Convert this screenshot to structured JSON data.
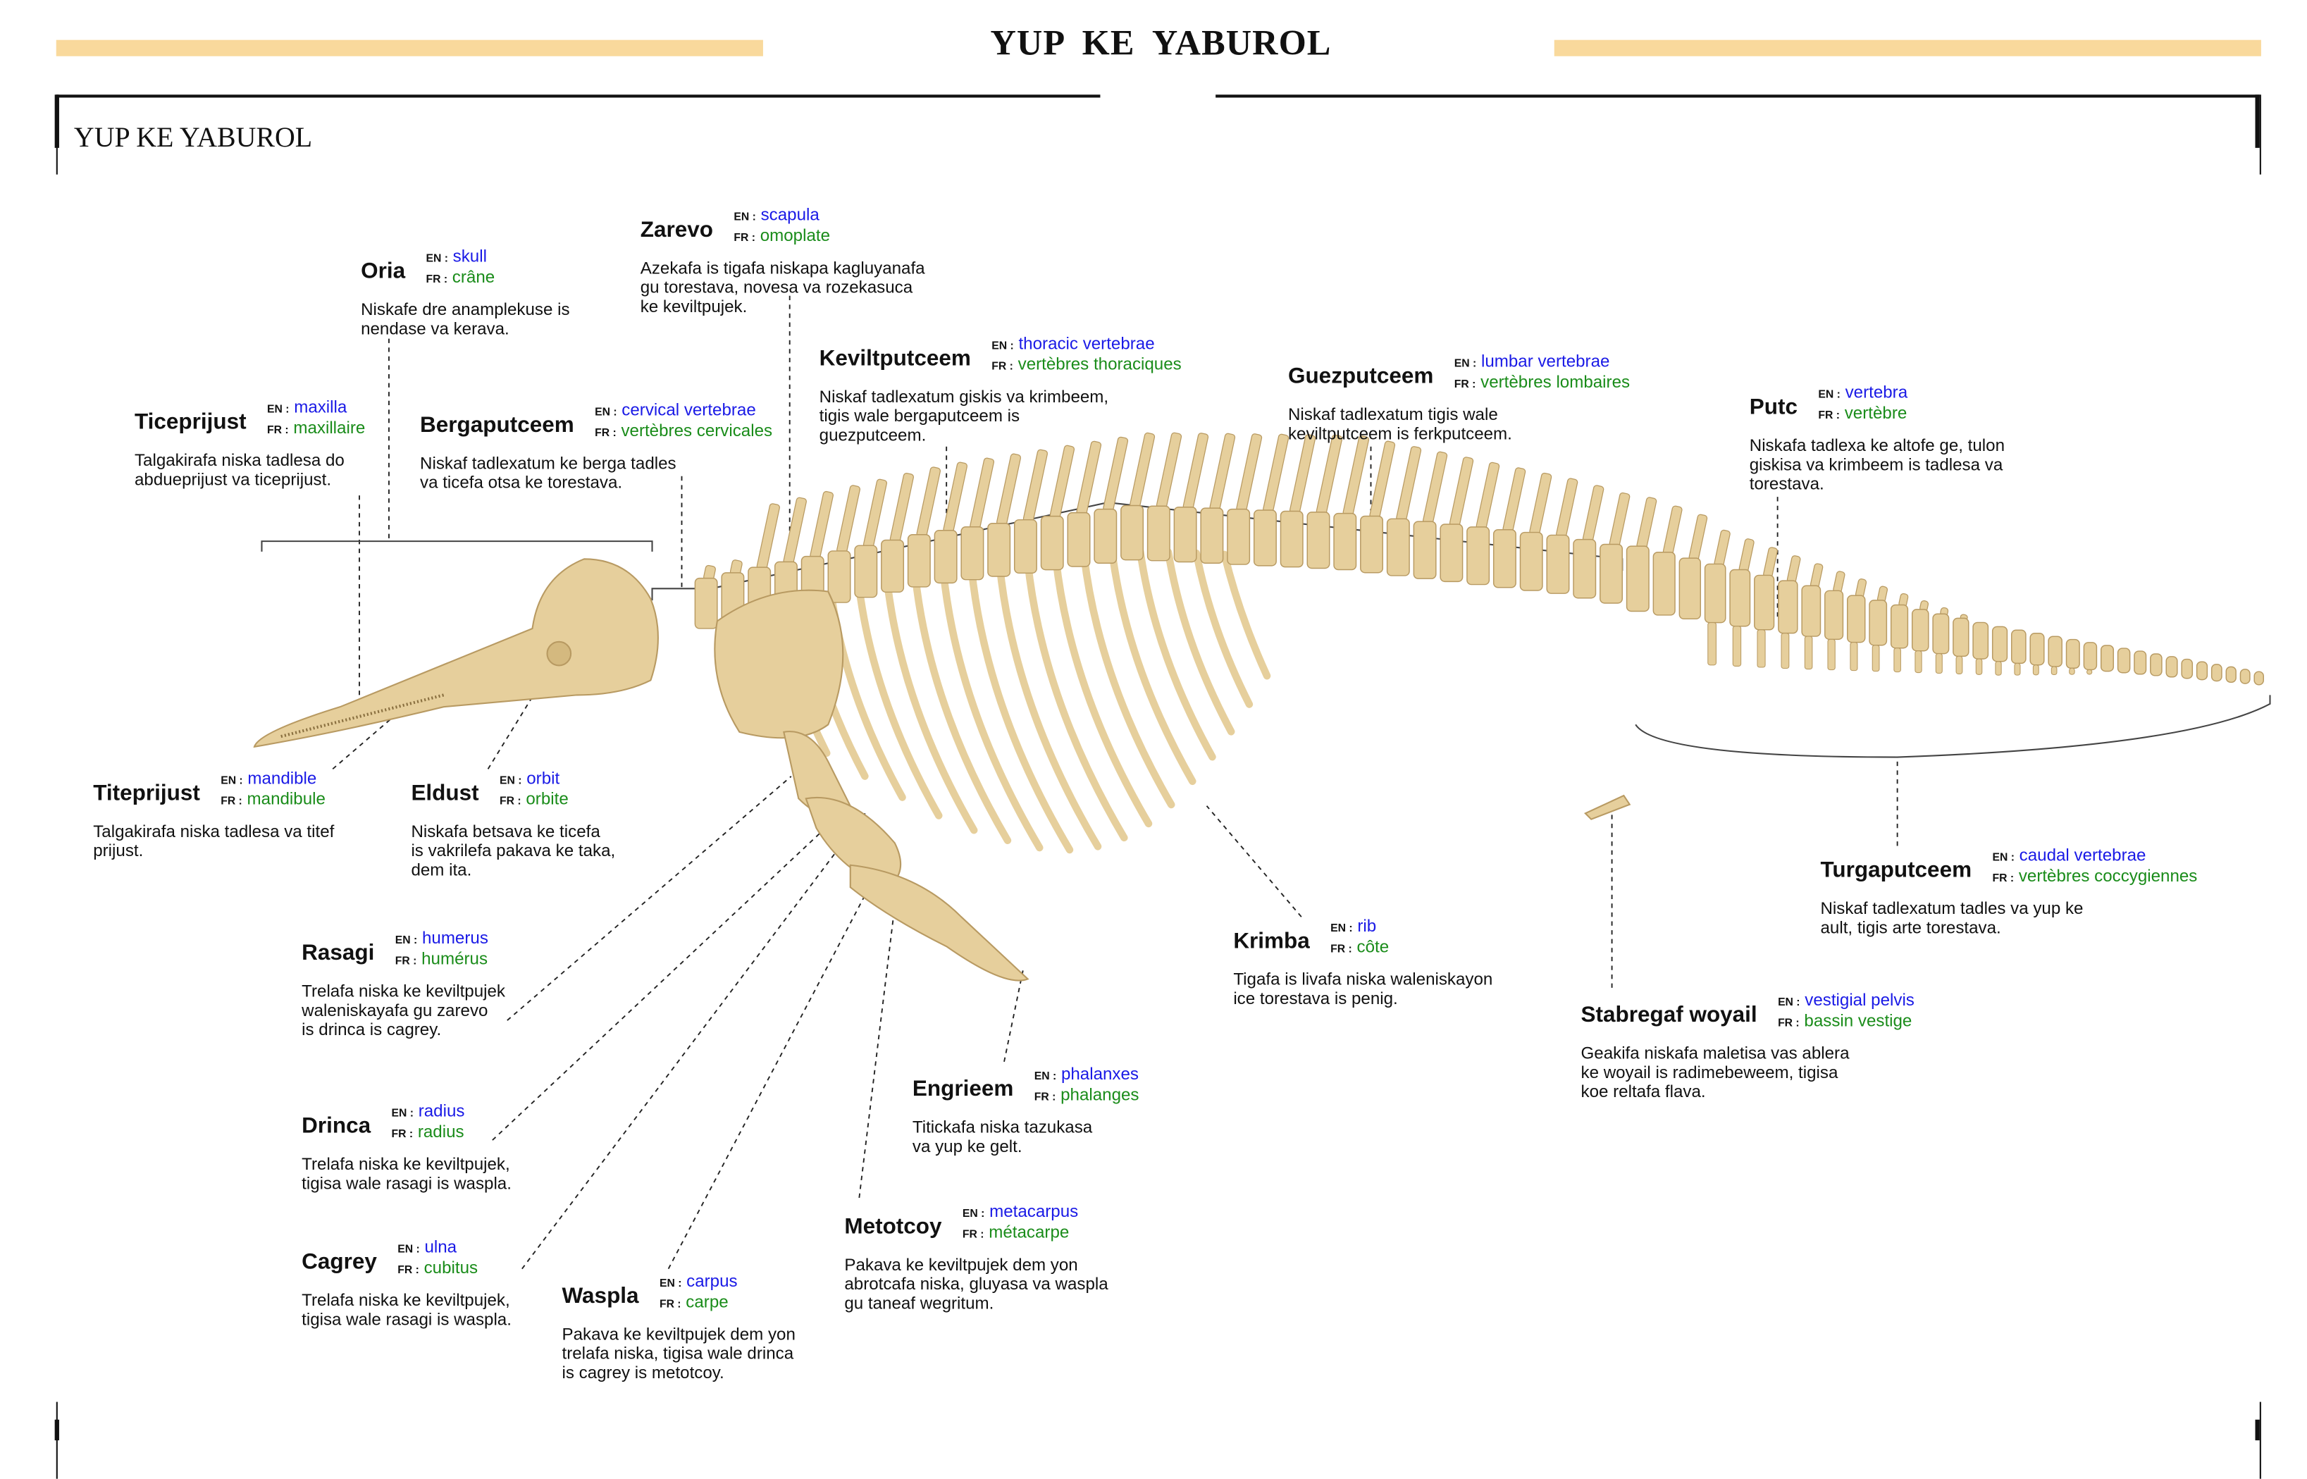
{
  "header": {
    "title": "YUP  KE  YABUROL",
    "subtitle": "YUP KE YABUROL"
  },
  "labels": {
    "en_tag": "EN :",
    "fr_tag": "FR :"
  },
  "colors": {
    "gold": "#f9d99c",
    "bone": "#e6cf9c",
    "english": "#1a1ae6",
    "french": "#1a8c1a"
  },
  "bones": [
    {
      "name": "Oria",
      "en": "skull",
      "fr": "crâne",
      "desc": "Niskafe dre anamplekuse is\nnendase va kerava."
    },
    {
      "name": "Zarevo",
      "en": "scapula",
      "fr": "omoplate",
      "desc": "Azekafa is tigafa niskapa kagluyanafa\ngu torestava, novesa va rozekasuca\nke keviltpujek."
    },
    {
      "name": "Ticeprijust",
      "en": "maxilla",
      "fr": "maxillaire",
      "desc": "Talgakirafa niska tadlesa do\nabdueprijust va ticeprijust."
    },
    {
      "name": "Bergaputceem",
      "en": "cervical vertebrae",
      "fr": "vertèbres cervicales",
      "desc": "Niskaf tadlexatum ke berga tadles\nva ticefa otsa ke torestava."
    },
    {
      "name": "Keviltputceem",
      "en": "thoracic vertebrae",
      "fr": "vertèbres thoraciques",
      "desc": "Niskaf tadlexatum giskis va krimbeem,\ntigis wale bergaputceem is\nguezputceem."
    },
    {
      "name": "Guezputceem",
      "en": "lumbar vertebrae",
      "fr": "vertèbres lombaires",
      "desc": "Niskaf tadlexatum tigis wale\nkeviltputceem is ferkputceem."
    },
    {
      "name": "Putc",
      "en": "vertebra",
      "fr": "vertèbre",
      "desc": "Niskafa tadlexa ke altofe ge, tulon\ngiskisa va krimbeem is tadlesa va\ntorestava."
    },
    {
      "name": "Titeprijust",
      "en": "mandible",
      "fr": "mandibule",
      "desc": "Talgakirafa niska tadlesa va titef\nprijust."
    },
    {
      "name": "Eldust",
      "en": "orbit",
      "fr": "orbite",
      "desc": "Niskafa betsava ke ticefa\nis vakrilefa pakava ke taka,\ndem ita."
    },
    {
      "name": "Rasagi",
      "en": "humerus",
      "fr": "humérus",
      "desc": "Trelafa niska ke keviltpujek\nwaleniskayafa gu zarevo\nis drinca is cagrey."
    },
    {
      "name": "Drinca",
      "en": "radius",
      "fr": "radius",
      "desc": "Trelafa niska ke keviltpujek,\ntigisa wale rasagi is waspla."
    },
    {
      "name": "Cagrey",
      "en": "ulna",
      "fr": "cubitus",
      "desc": "Trelafa niska ke keviltpujek,\ntigisa wale rasagi is waspla."
    },
    {
      "name": "Waspla",
      "en": "carpus",
      "fr": "carpe",
      "desc": "Pakava ke keviltpujek dem yon\ntrelafa niska, tigisa wale drinca\nis cagrey is metotcoy."
    },
    {
      "name": "Metotcoy",
      "en": "metacarpus",
      "fr": "métacarpe",
      "desc": "Pakava ke keviltpujek dem yon\nabrotcafa niska, gluyasa va waspla\ngu taneaf wegritum."
    },
    {
      "name": "Engrieem",
      "en": "phalanxes",
      "fr": "phalanges",
      "desc": "Titickafa niska tazukasa\nva yup ke gelt."
    },
    {
      "name": "Krimba",
      "en": "rib",
      "fr": "côte",
      "desc": "Tigafa is livafa niska waleniskayon\nice torestava is penig."
    },
    {
      "name": "Turgaputceem",
      "en": "caudal vertebrae",
      "fr": "vertèbres coccygiennes",
      "desc": "Niskaf tadlexatum tadles va yup ke\nault, tigis arte torestava."
    },
    {
      "name": "Stabregaf woyail",
      "en": "vestigial pelvis",
      "fr": "bassin vestige",
      "desc": "Geakifa niskafa maletisa vas ablera\nke woyail is radimebeweem, tigisa\nkoe reltafa flava."
    }
  ]
}
